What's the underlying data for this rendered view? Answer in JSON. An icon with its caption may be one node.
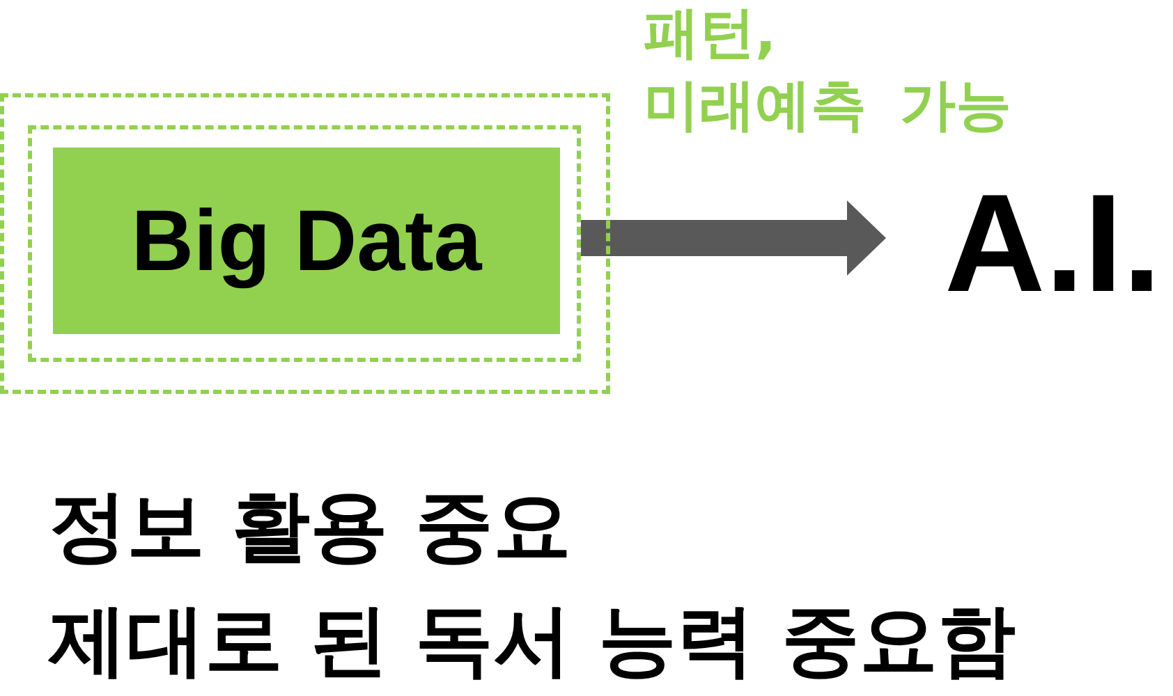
{
  "diagram": {
    "nodes": [
      {
        "text": [],
        "shape": "box"
      },
      {
        "text": [],
        "shape": "box",
        "in": 0
      },
      {
        "text": [
          "Big Data"
        ],
        "in": 1
      },
      {
        "text": [
          "A.I."
        ]
      }
    ],
    "edges": [
      {
        "from": 1,
        "to": 3,
        "arrow": "to",
        "label": "패턴, 미래예측 가능",
        "color": "#595959"
      }
    ],
    "labels": [
      "정보 활용 중요",
      "제대로 된 독서 능력 중요함"
    ]
  }
}
